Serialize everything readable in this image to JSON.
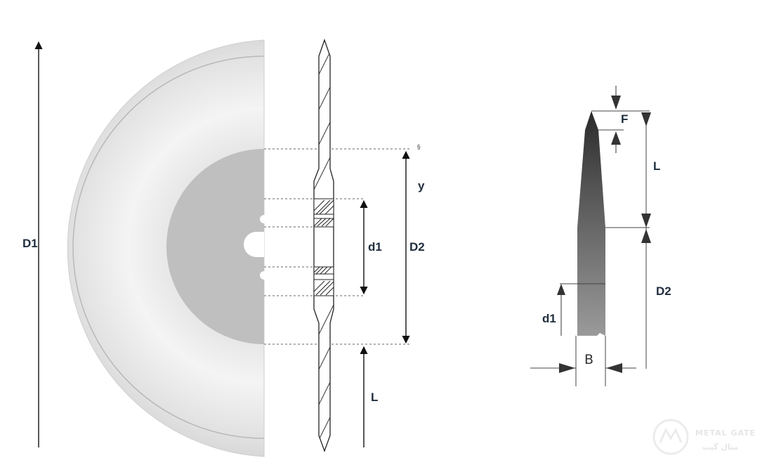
{
  "left_figure": {
    "labels": {
      "outer_diameter": "D1",
      "inner_diameter": "d1",
      "bevel_diameter": "D2",
      "bevel_mark": "y",
      "length": "L"
    }
  },
  "right_figure": {
    "labels": {
      "tip": "F",
      "length": "L",
      "bevel_diameter": "D2",
      "inner_diameter": "d1",
      "thickness": "B"
    }
  },
  "watermark": {
    "text": "METAL GATE",
    "subtext": "متال گیت"
  },
  "colors": {
    "ink": "#1f2d3d",
    "blade_light": "#f2f2f2",
    "hub_gray": "#bdbdbd"
  }
}
